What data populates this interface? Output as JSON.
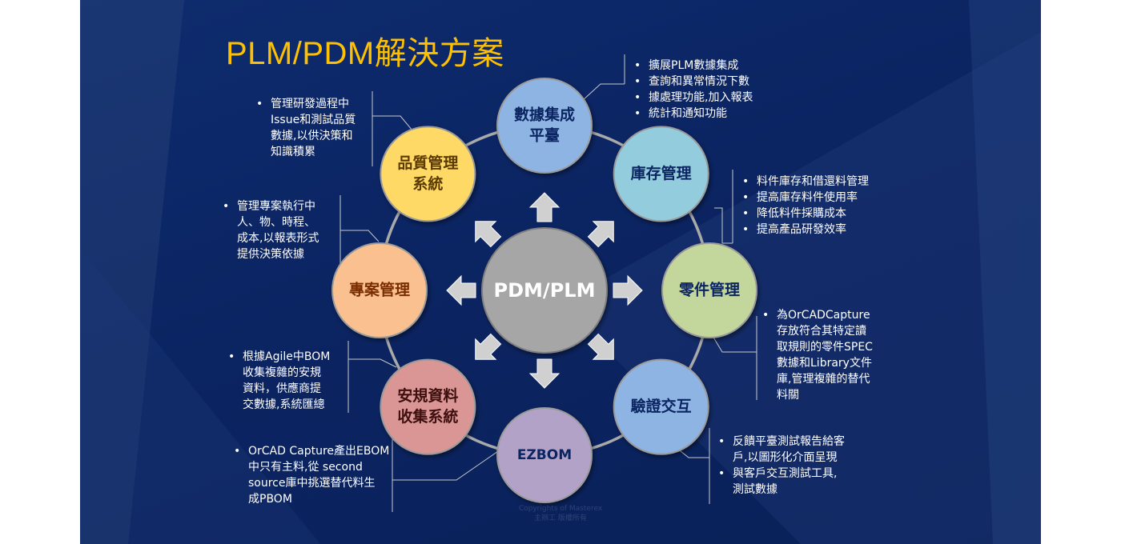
{
  "title": "PLM/PDM解決方案",
  "center": {
    "label": "PDM/PLM",
    "color": "#a6a6a6"
  },
  "nodes": [
    {
      "id": "platform",
      "lines": [
        "數據集成",
        "平臺"
      ],
      "color": "#8eb4e3",
      "text_color": "#0b2462"
    },
    {
      "id": "inventory",
      "lines": [
        "庫存管理"
      ],
      "color": "#93cddd",
      "text_color": "#0b2462"
    },
    {
      "id": "parts",
      "lines": [
        "零件管理"
      ],
      "color": "#c3d69b",
      "text_color": "#0b2462"
    },
    {
      "id": "verify",
      "lines": [
        "驗證交互"
      ],
      "color": "#8eb4e3",
      "text_color": "#0b2462"
    },
    {
      "id": "ezbom",
      "lines": [
        "EZBOM"
      ],
      "color": "#b3a2c7",
      "text_color": "#0b2462"
    },
    {
      "id": "safety",
      "lines": [
        "安規資料",
        "收集系統"
      ],
      "color": "#d99694",
      "text_color": "#3d0f0f"
    },
    {
      "id": "project",
      "lines": [
        "專案管理"
      ],
      "color": "#fac090",
      "text_color": "#7a2e00"
    },
    {
      "id": "quality",
      "lines": [
        "品質管理",
        "系統"
      ],
      "color": "#ffd966",
      "text_color": "#5a3a00"
    }
  ],
  "descriptions": {
    "platform": [
      "擴展PLM數據集成",
      "查詢和異常情況下數",
      "據處理功能,加入報表",
      "統計和通知功能"
    ],
    "inventory": [
      "料件庫存和借還料管理",
      "提高庫存料件使用率",
      "降低料件採購成本",
      "提高產品研發效率"
    ],
    "parts": [
      "為OrCADCapture",
      "存放符合其特定讀",
      "取規則的零件SPEC",
      "數據和Library文件",
      "庫,管理複雜的替代",
      "料關"
    ],
    "verify": [
      "反饋平臺測試報告給客",
      "戶,以圖形化介面呈現",
      "與客戶交互測試工具,",
      "測試數據"
    ],
    "ezbom": [
      "OrCAD Capture產出EBOM",
      "中只有主料,從 second",
      "source庫中挑選替代料生",
      "成PBOM"
    ],
    "safety": [
      "根據Agile中BOM",
      "收集複雜的安規",
      "資料，供應商提",
      "交數據,系統匯總"
    ],
    "project": [
      "管理專案執行中",
      "人、物、時程、",
      "成本,以報表形式",
      "提供決策依據"
    ],
    "quality": [
      "管理研發過程中",
      "Issue和測試品質",
      "數據,以供決策和",
      "知識積累"
    ]
  },
  "watermark": [
    "Copyrights of Masterex",
    "主辦工 版權所有"
  ]
}
